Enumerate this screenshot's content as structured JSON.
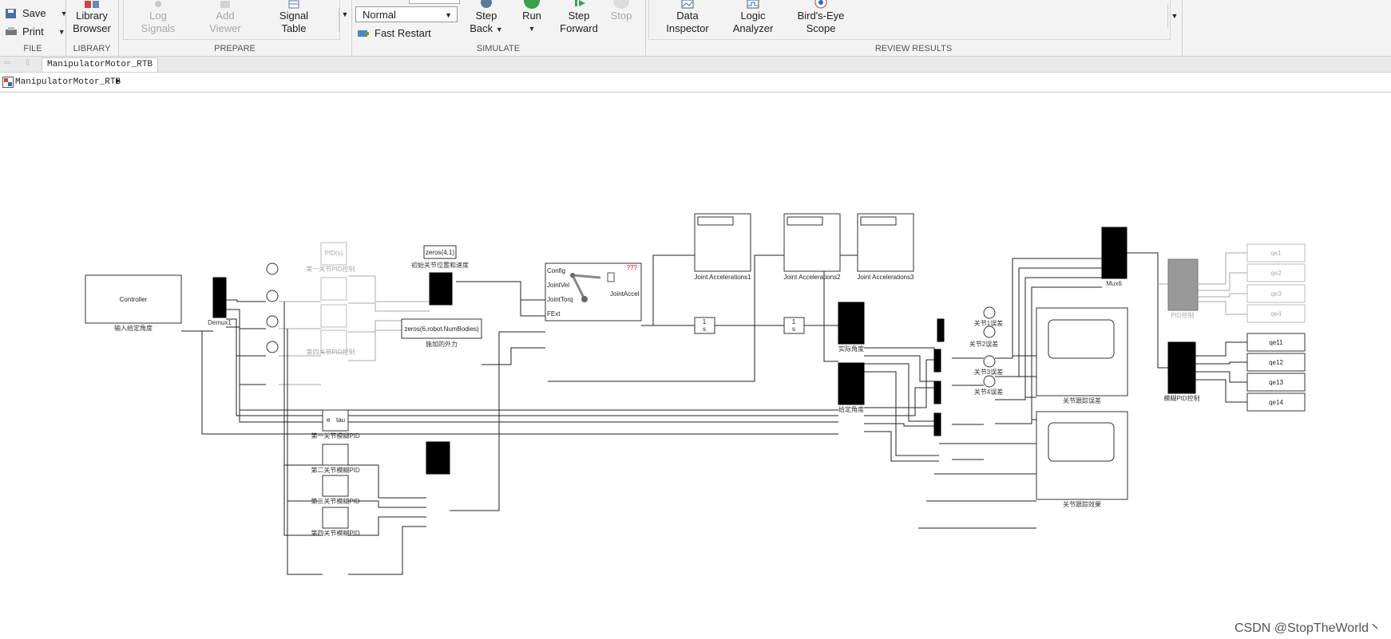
{
  "ribbon": {
    "file": {
      "save": "Save",
      "print": "Print",
      "label": "FILE"
    },
    "library": {
      "browser_line1": "Library",
      "browser_line2": "Browser",
      "label": "LIBRARY"
    },
    "prepare": {
      "log1": "Log",
      "log2": "Signals",
      "add1": "Add",
      "add2": "Viewer",
      "sig1": "Signal",
      "sig2": "Table",
      "label": "PREPARE"
    },
    "simulate": {
      "mode": "Normal",
      "fast_restart": "Fast Restart",
      "stepback1": "Step",
      "stepback2": "Back",
      "run": "Run",
      "stepfwd1": "Step",
      "stepfwd2": "Forward",
      "stop": "Stop",
      "label": "SIMULATE"
    },
    "review": {
      "di1": "Data",
      "di2": "Inspector",
      "la1": "Logic",
      "la2": "Analyzer",
      "be1": "Bird's-Eye",
      "be2": "Scope",
      "label": "REVIEW RESULTS"
    }
  },
  "tab": {
    "model": "ManipulatorMotor_RTB"
  },
  "breadcrumb": {
    "model": "ManipulatorMotor_RTB"
  },
  "diagram": {
    "controller": "Controller",
    "controller_label": "输入给定角度",
    "demux": "Demux1",
    "pid_blk": "PID(s)",
    "pid1": "第一关节PID控制",
    "pid4": "第四关节PID控制",
    "zeros41": "zeros(4,1)",
    "init_label": "初始关节位置和速度",
    "zeros6": "zeros(6,robot.NumBodies)",
    "ext_force": "施加的外力",
    "robot_ports": {
      "config": "Config",
      "vel": "JointVel",
      "torq": "JointTorq",
      "fext": "FExt",
      "accel": "JointAccel",
      "qqq": "???"
    },
    "scope1": "Joint Accelerations1",
    "scope2": "Joint Accelerations2",
    "scope3": "Joint Accelerations3",
    "integ": "1\ns",
    "mux6": "Mux6",
    "actual_angle": "实际角度",
    "given_angle": "给定角度",
    "err1": "关节1误差",
    "err2": "关节2误差",
    "err3": "关节3误差",
    "err4": "关节4误差",
    "track_err": "关节跟踪误差",
    "track_eff": "关节跟踪效果",
    "fuzzy1": "第一关节模糊PID",
    "fuzzy2": "第二关节模糊PID",
    "fuzzy3": "第三关节模糊PID",
    "fuzzy4": "第四关节模糊PID",
    "fuzzy_e": "e",
    "fuzzy_tau": "tau",
    "pid_ctrl": "PID控制",
    "fuzzy_ctrl": "模糊PID控制",
    "outs_faint": [
      "qe1",
      "qe2",
      "qe3",
      "qe4"
    ],
    "outs": [
      "qe11",
      "qe12",
      "qe13",
      "qe14"
    ]
  },
  "watermark": "CSDN @StopTheWorld丶"
}
